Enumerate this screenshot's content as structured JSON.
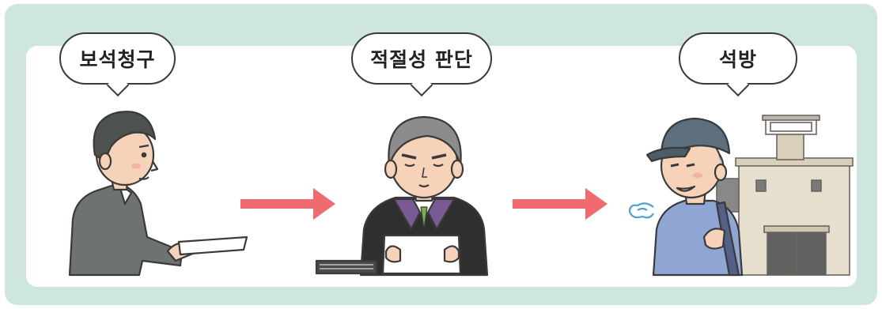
{
  "steps": [
    {
      "label": "보석청구"
    },
    {
      "label": "적절성 판단"
    },
    {
      "label": "석방"
    }
  ],
  "colors": {
    "frame_bg": "#cfe6df",
    "panel_bg": "#ffffff",
    "arrow": "#ef6b6f",
    "outline": "#3a3a3a"
  },
  "icons": [
    "petitioner-figure",
    "judge-figure",
    "released-man-figure",
    "detention-building",
    "sigh-puff-icon"
  ]
}
